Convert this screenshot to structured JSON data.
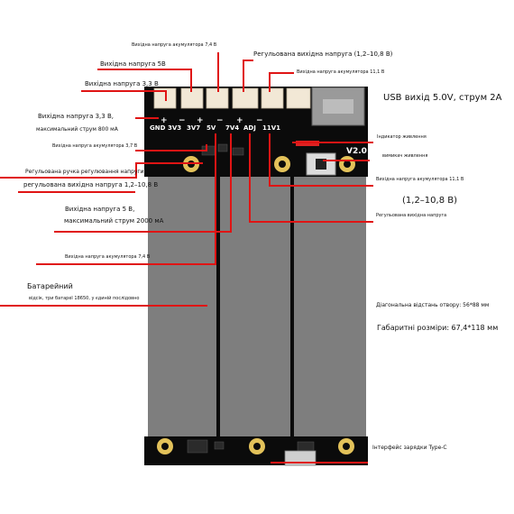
{
  "board": {
    "pin_labels": [
      "GND",
      "3V3",
      "3V7",
      "5V",
      "7V4",
      "ADJ",
      "11V1"
    ],
    "pin_signs": [
      "+",
      "−",
      "+",
      "−",
      "+",
      "−"
    ],
    "version": "V2.0",
    "colors": {
      "board": "#0b0b0b",
      "holder": "#7e7e7e",
      "pad": "#e3c25a",
      "connector": "#f2e8d6",
      "accent": "#e01414"
    }
  },
  "labels": {
    "out_7v4_top": "Вихідна напруга акумулятора 7,4 В",
    "reg_out_top": "Регульована вихідна напруга (1,2–10,8 В)",
    "out_5v_top": "Вихідна напруга 5В",
    "out_11v1_top": "Вихідна напруга акумулятора 11,1 В",
    "out_3v3_top": "Вихідна напруга 3,3 В",
    "usb_out": "USB вихід 5.0V, струм 2А",
    "out_3v3_line1": "Вихідна напруга 3,3 В,",
    "out_3v3_line2": "максимальний струм 800 мА",
    "power_indicator": "Індикатор живлення",
    "out_3v7": "Вихідна напруга акумулятора 3,7 В",
    "power_switch": "вимикач живлення",
    "adj_knob_line1": "Регульована ручка регулювання напруги,",
    "adj_knob_line2": "регульована вихідна напруга 1,2–10,8 В",
    "out_11v1_right": "Вихідна напруга акумулятора 11,1 В",
    "range_big": "(1,2–10,8 В)",
    "out_5v_line1": "Вихідна напруга 5 В,",
    "out_5v_line2": "максимальний струм 2000 мА",
    "reg_out_right": "Регульована вихідна напруга",
    "out_7v4_bottom": "Вихідна напруга акумулятора 7,4 В",
    "battery_title": "Батарейний",
    "battery_desc": "відсік, три батареї 18650, у єдиній послідовно",
    "hole_distance": "Діагональна відстань отвору: 56*88 мм",
    "dimensions": "Габаритні розміри: 67,4*118 мм",
    "typec": "Інтерфейс зарядки Type-C"
  }
}
